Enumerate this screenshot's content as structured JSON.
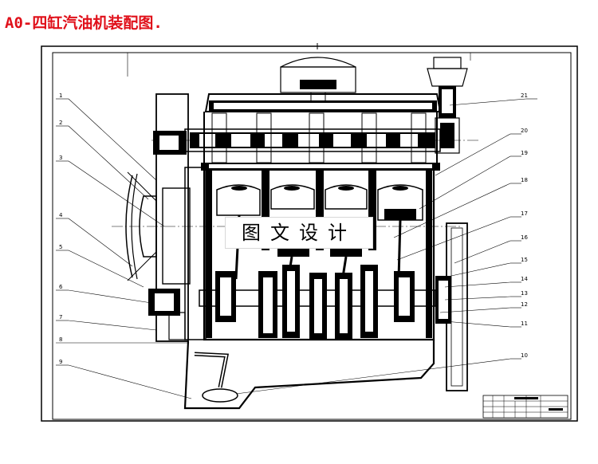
{
  "title": "A0-四缸汽油机装配图.",
  "watermark": "图文设计",
  "labels_left": [
    "1",
    "2",
    "3",
    "4",
    "5",
    "6",
    "7",
    "8",
    "9"
  ],
  "labels_right": [
    "21",
    "20",
    "19",
    "18",
    "17",
    "16",
    "15",
    "14",
    "13",
    "12",
    "11",
    "10"
  ],
  "colors": {
    "title": "#e0101a",
    "line": "#000000",
    "paper": "#ffffff"
  }
}
